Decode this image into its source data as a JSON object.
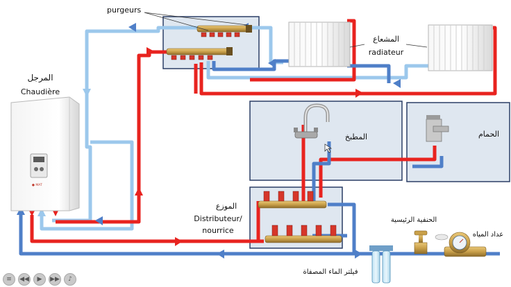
{
  "labels": {
    "purgeurs": "purgeurs",
    "boiler_ar": "المرجل",
    "boiler_fr": "Chaudière",
    "radiator_ar": "المشعاع",
    "radiator_fr": "radiateur",
    "kitchen_ar": "المطبخ",
    "bathroom_ar": "الحمام",
    "distributor_ar": "الموزع",
    "distributor_fr_1": "Distributeur/",
    "distributor_fr_2": "nourrice",
    "main_valve_ar": "الحنفية الرئيسية",
    "water_meter_ar": "عداد المياه",
    "filter_ar": "فيلتر الماء المصفاة",
    "boiler_brand": "● MAT"
  },
  "colors": {
    "hot": "#e8231f",
    "cold": "#4f7fc8",
    "return_light": "#9cc8ec",
    "box_border": "#2b3e66",
    "box_fill": "#dfe7f0",
    "brass": "#c9a04a",
    "valve_red": "#d6362a"
  },
  "icons": {
    "media_controls": [
      "menu-icon",
      "rewind-icon",
      "play-icon",
      "forward-icon",
      "volume-icon"
    ]
  }
}
